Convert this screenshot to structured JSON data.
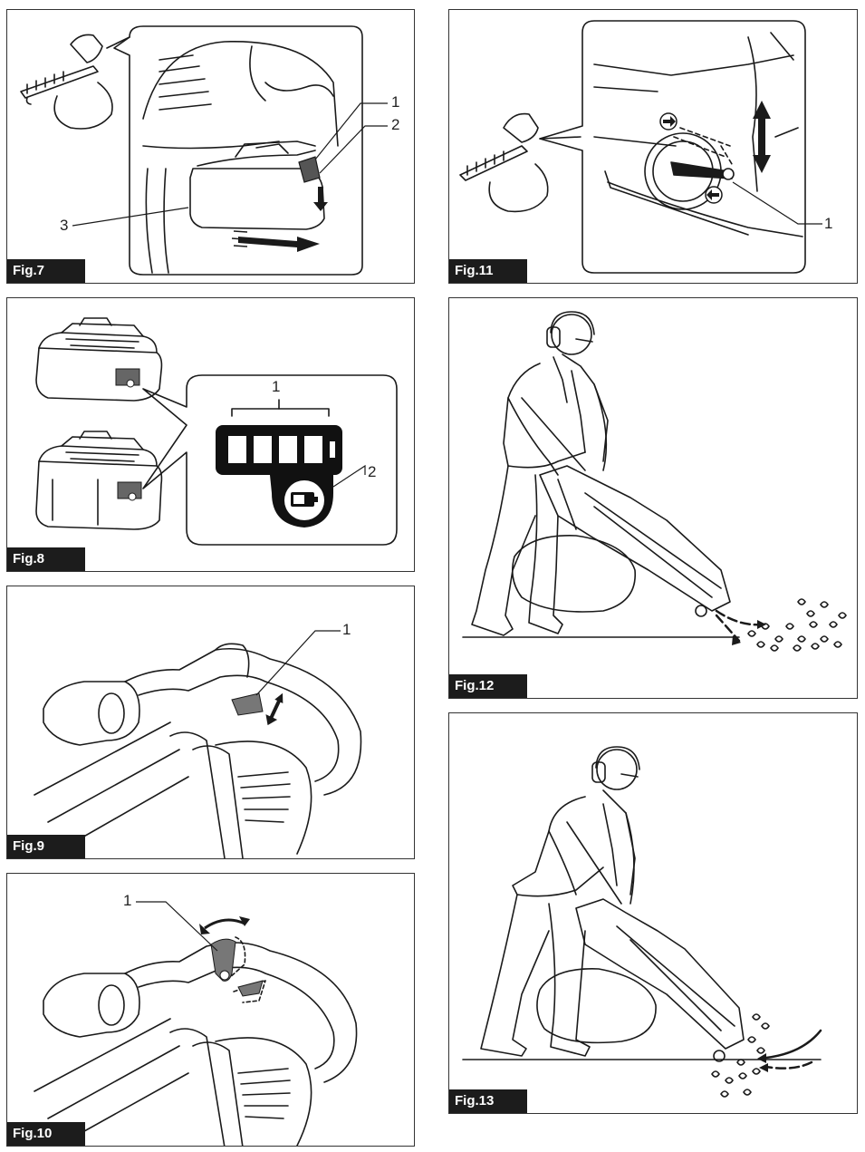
{
  "figures": {
    "fig7": {
      "label": "Fig.7",
      "callouts": [
        "1",
        "2",
        "3"
      ]
    },
    "fig8": {
      "label": "Fig.8",
      "callouts": [
        "1",
        "2"
      ]
    },
    "fig9": {
      "label": "Fig.9",
      "callouts": [
        "1"
      ]
    },
    "fig10": {
      "label": "Fig.10",
      "callouts": [
        "1"
      ]
    },
    "fig11": {
      "label": "Fig.11",
      "callouts": [
        "1"
      ]
    },
    "fig12": {
      "label": "Fig.12",
      "callouts": []
    },
    "fig13": {
      "label": "Fig.13",
      "callouts": []
    }
  },
  "colors": {
    "line": "#1a1a1a",
    "label_bg": "#1c1c1c",
    "highlight": "#777777",
    "arrow": "#1a1a1a"
  }
}
